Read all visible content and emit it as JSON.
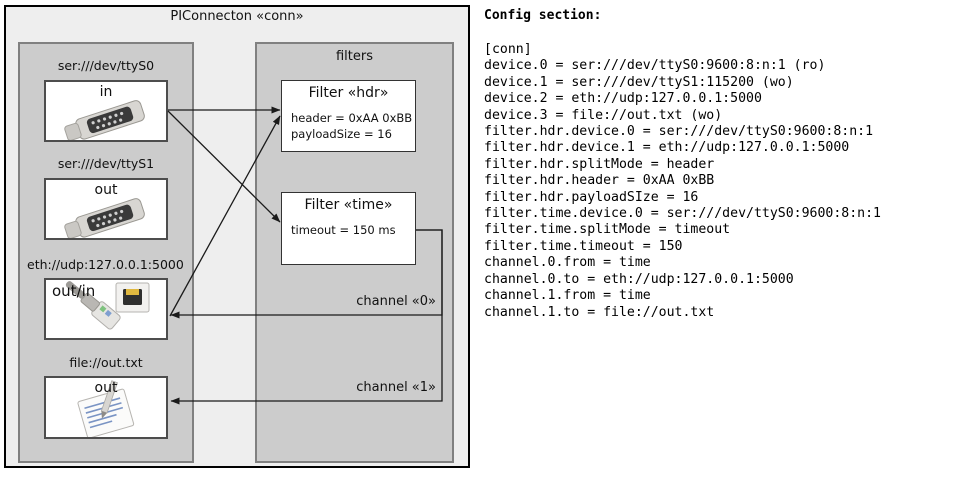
{
  "diagram": {
    "title": "PIConnecton «conn»",
    "devices_panel": {
      "name": "devices",
      "items": [
        {
          "caption": "ser:///dev/ttyS0",
          "label": "in",
          "icon": "serial-port-icon"
        },
        {
          "caption": "ser:///dev/ttyS1",
          "label": "out",
          "icon": "serial-port-icon"
        },
        {
          "caption": "eth://udp:127.0.0.1:5000",
          "label": "out/in",
          "icon": "ethernet-plug-icon"
        },
        {
          "caption": "file://out.txt",
          "label": "out",
          "icon": "text-document-icon"
        }
      ]
    },
    "filters_panel": {
      "title": "filters",
      "filters": [
        {
          "title": "Filter «hdr»",
          "props": [
            "header = 0xAA 0xBB",
            "payloadSize = 16"
          ]
        },
        {
          "title": "Filter «time»",
          "props": [
            "timeout = 150 ms"
          ]
        }
      ],
      "channels": [
        {
          "label": "channel «0»"
        },
        {
          "label": "channel «1»"
        }
      ]
    }
  },
  "config": {
    "heading": "Config section:",
    "lines": "[conn]\ndevice.0 = ser:///dev/ttyS0:9600:8:n:1 (ro)\ndevice.1 = ser:///dev/ttyS1:115200 (wo)\ndevice.2 = eth://udp:127.0.0.1:5000\ndevice.3 = file://out.txt (wo)\nfilter.hdr.device.0 = ser:///dev/ttyS0:9600:8:n:1\nfilter.hdr.device.1 = eth://udp:127.0.0.1:5000\nfilter.hdr.splitMode = header\nfilter.hdr.header = 0xAA 0xBB\nfilter.hdr.payloadSIze = 16\nfilter.time.device.0 = ser:///dev/ttyS0:9600:8:n:1\nfilter.time.splitMode = timeout\nfilter.time.timeout = 150\nchannel.0.from = time\nchannel.0.to = eth://udp:127.0.0.1:5000\nchannel.1.from = time\nchannel.1.to = file://out.txt"
  },
  "colors": {
    "frame_border": "#000000",
    "frame_fill": "#eeeeee",
    "panel_fill": "#cccccc",
    "panel_border": "#808080",
    "box_fill": "#ffffff",
    "box_border": "#4d4d4d",
    "arrow": "#1a1a1a"
  }
}
